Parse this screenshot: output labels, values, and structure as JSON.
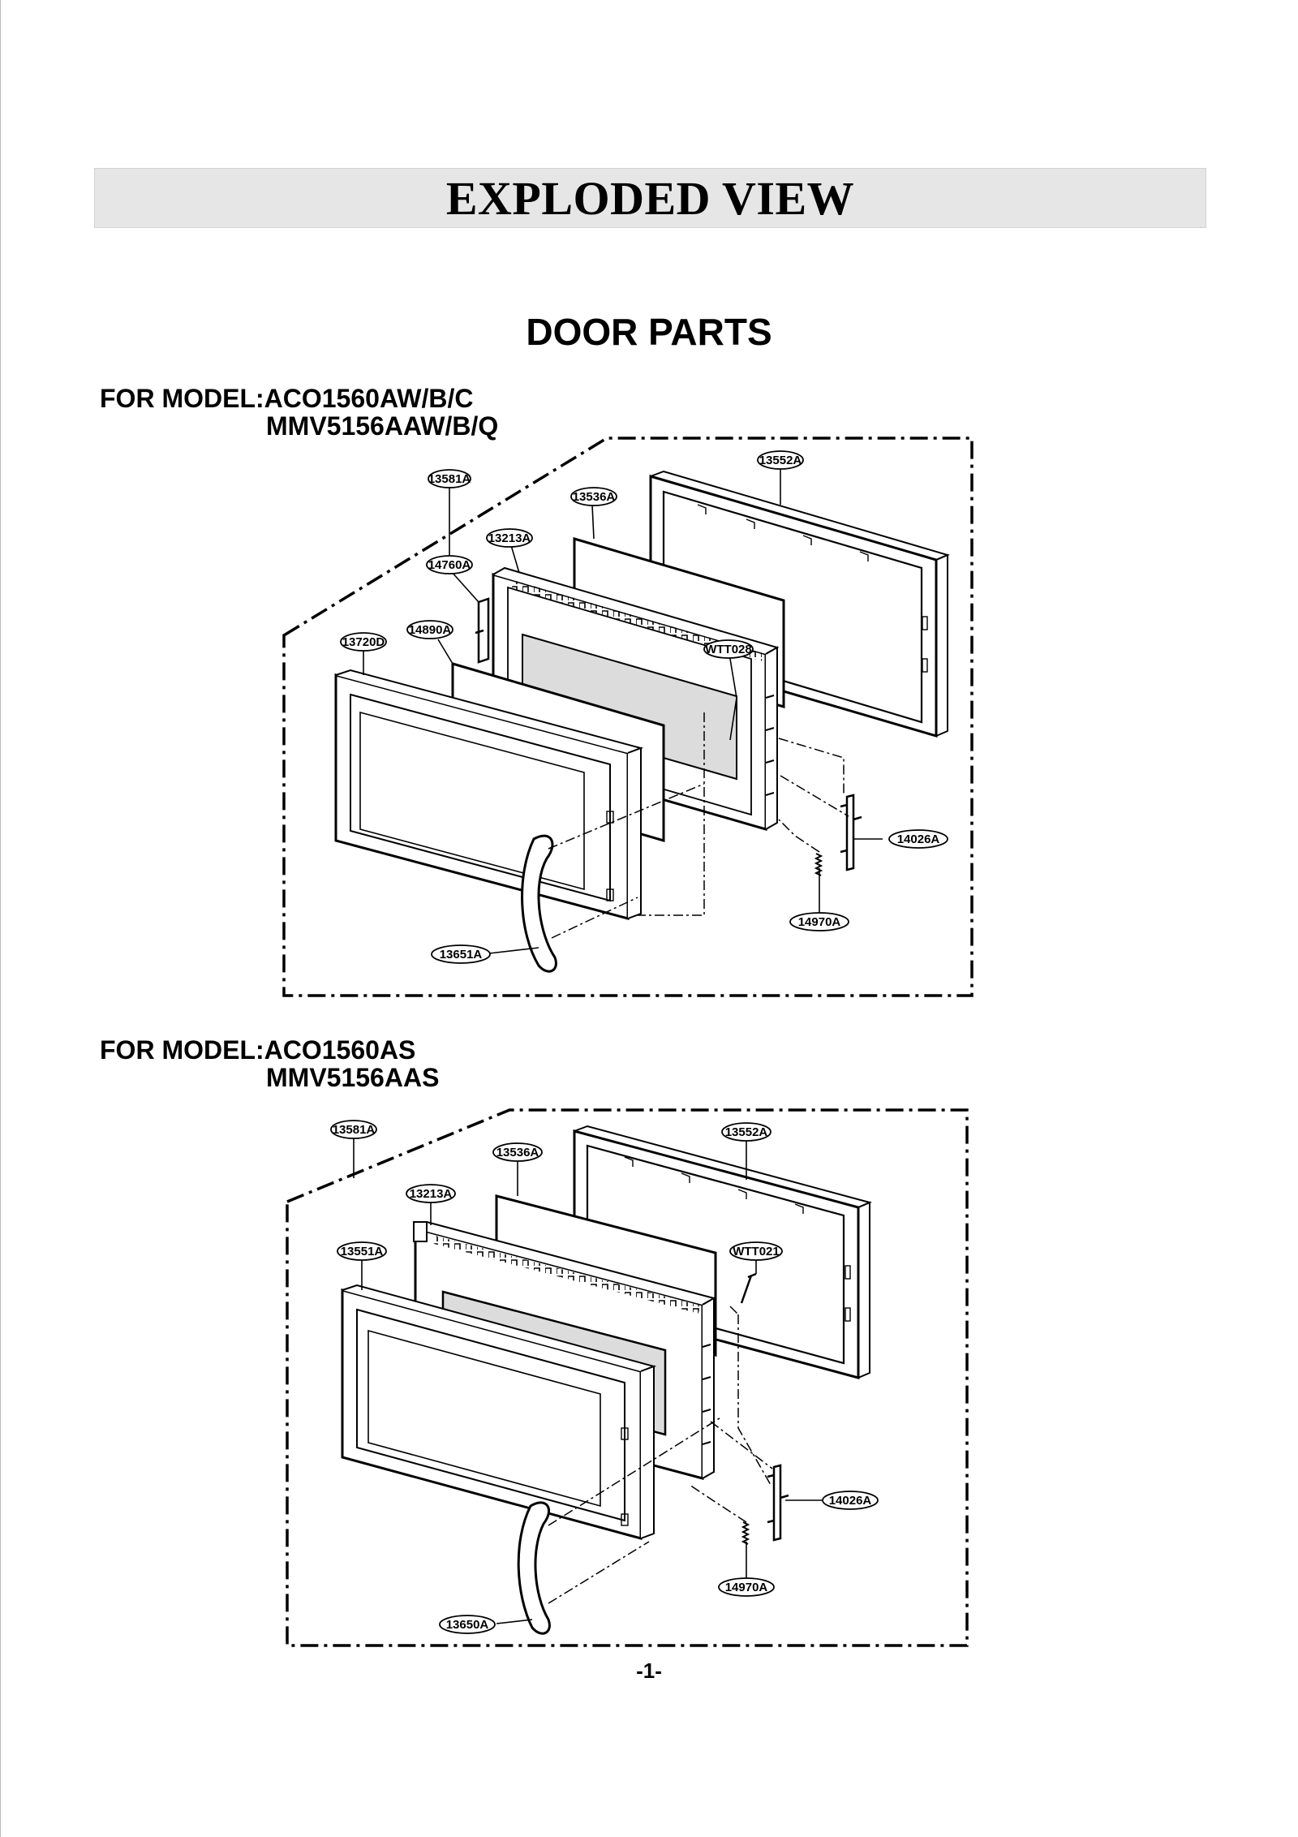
{
  "header": {
    "title": "EXPLODED VIEW"
  },
  "section": {
    "title": "DOOR PARTS"
  },
  "diagram1": {
    "model_line1": "FOR MODEL:ACO1560AW/B/C",
    "model_line2": "MMV5156AAW/B/Q",
    "callouts": {
      "c13581A": "13581A",
      "c13552A": "13552A",
      "c13536A": "13536A",
      "c13213A": "13213A",
      "c14760A": "14760A",
      "c14890A": "14890A",
      "c13720D": "13720D",
      "cWTT028": "WTT028",
      "c14026A": "14026A",
      "c14970A": "14970A",
      "c13651A": "13651A"
    }
  },
  "diagram2": {
    "model_line1": "FOR MODEL:ACO1560AS",
    "model_line2": "MMV5156AAS",
    "callouts": {
      "c13581A": "13581A",
      "c13552A": "13552A",
      "c13536A": "13536A",
      "c13213A": "13213A",
      "c13551A": "13551A",
      "cWTT021": "WTT021",
      "c14026A": "14026A",
      "c14970A": "14970A",
      "c13650A": "13650A"
    }
  },
  "footer": {
    "page_number": "-1-"
  }
}
